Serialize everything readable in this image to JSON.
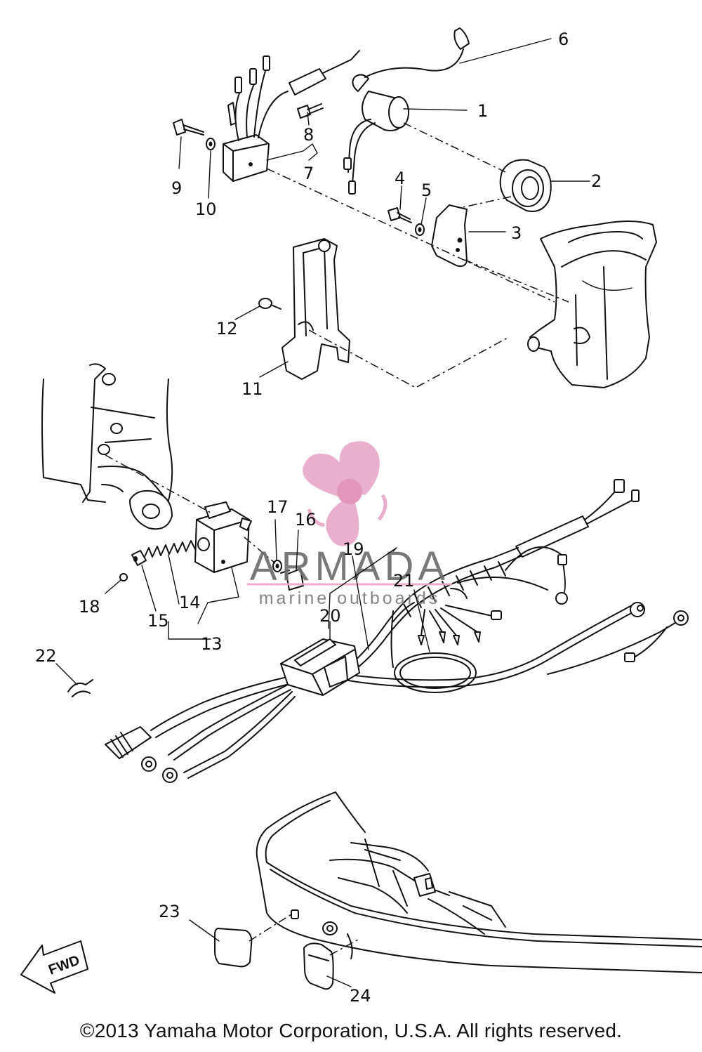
{
  "callouts": [
    {
      "id": "c1",
      "label": "1"
    },
    {
      "id": "c2",
      "label": "2"
    },
    {
      "id": "c3",
      "label": "3"
    },
    {
      "id": "c4",
      "label": "4"
    },
    {
      "id": "c5",
      "label": "5"
    },
    {
      "id": "c6",
      "label": "6"
    },
    {
      "id": "c7",
      "label": "7"
    },
    {
      "id": "c8",
      "label": "8"
    },
    {
      "id": "c9",
      "label": "9"
    },
    {
      "id": "c10",
      "label": "10"
    },
    {
      "id": "c11",
      "label": "11"
    },
    {
      "id": "c12",
      "label": "12"
    },
    {
      "id": "c13",
      "label": "13"
    },
    {
      "id": "c14",
      "label": "14"
    },
    {
      "id": "c15",
      "label": "15"
    },
    {
      "id": "c16",
      "label": "16"
    },
    {
      "id": "c17",
      "label": "17"
    },
    {
      "id": "c18",
      "label": "18"
    },
    {
      "id": "c19",
      "label": "19"
    },
    {
      "id": "c20",
      "label": "20"
    },
    {
      "id": "c21",
      "label": "21"
    },
    {
      "id": "c22",
      "label": "22"
    },
    {
      "id": "c23",
      "label": "23"
    },
    {
      "id": "c24",
      "label": "24"
    }
  ],
  "direction_label": "FWD",
  "watermark": {
    "name": "ARMADA",
    "tagline": "marine outboards",
    "color": "#e8a9c8"
  },
  "copyright": "©2013 Yamaha Motor Corporation, U.S.A. All rights reserved."
}
